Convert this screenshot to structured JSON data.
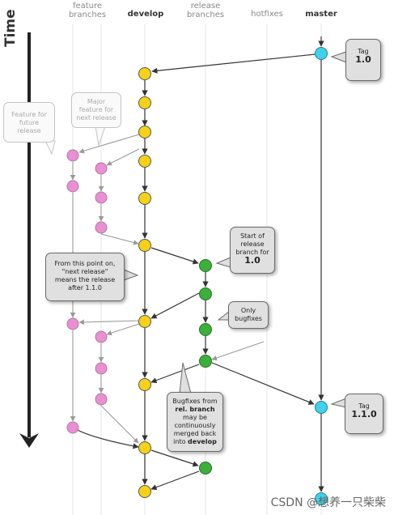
{
  "columns": {
    "feature": "feature\nbranches",
    "develop": "develop",
    "release": "release\nbranches",
    "hotfixes": "hotfixes",
    "master": "master"
  },
  "time_label": "Time",
  "bubbles": {
    "tag_10_line1": "Tag",
    "tag_10_line2": "1.0",
    "feature_future": "Feature for future release",
    "major_feature": "Major feature for next release",
    "from_this_point": "From this point on, \"next release\" means the release after 1.1.0",
    "start_release_1": "Start of release branch for",
    "start_release_2": "1.0",
    "only_bugfixes": "Only bugfixes",
    "bugfixes_1": "Bugfixes from",
    "bugfixes_2": "rel. branch",
    "bugfixes_3": "may be continuously merged back into",
    "bugfixes_4": "develop",
    "tag_110_line1": "Tag",
    "tag_110_line2": "1.1.0"
  },
  "watermark": "CSDN @想养一只柴柴",
  "colors": {
    "develop": "#f5d218",
    "feature": "#e98fd2",
    "release": "#3bb03b",
    "master": "#3fd2ea",
    "arrow": "#333333",
    "arrow_faded": "#9a9a9a"
  }
}
